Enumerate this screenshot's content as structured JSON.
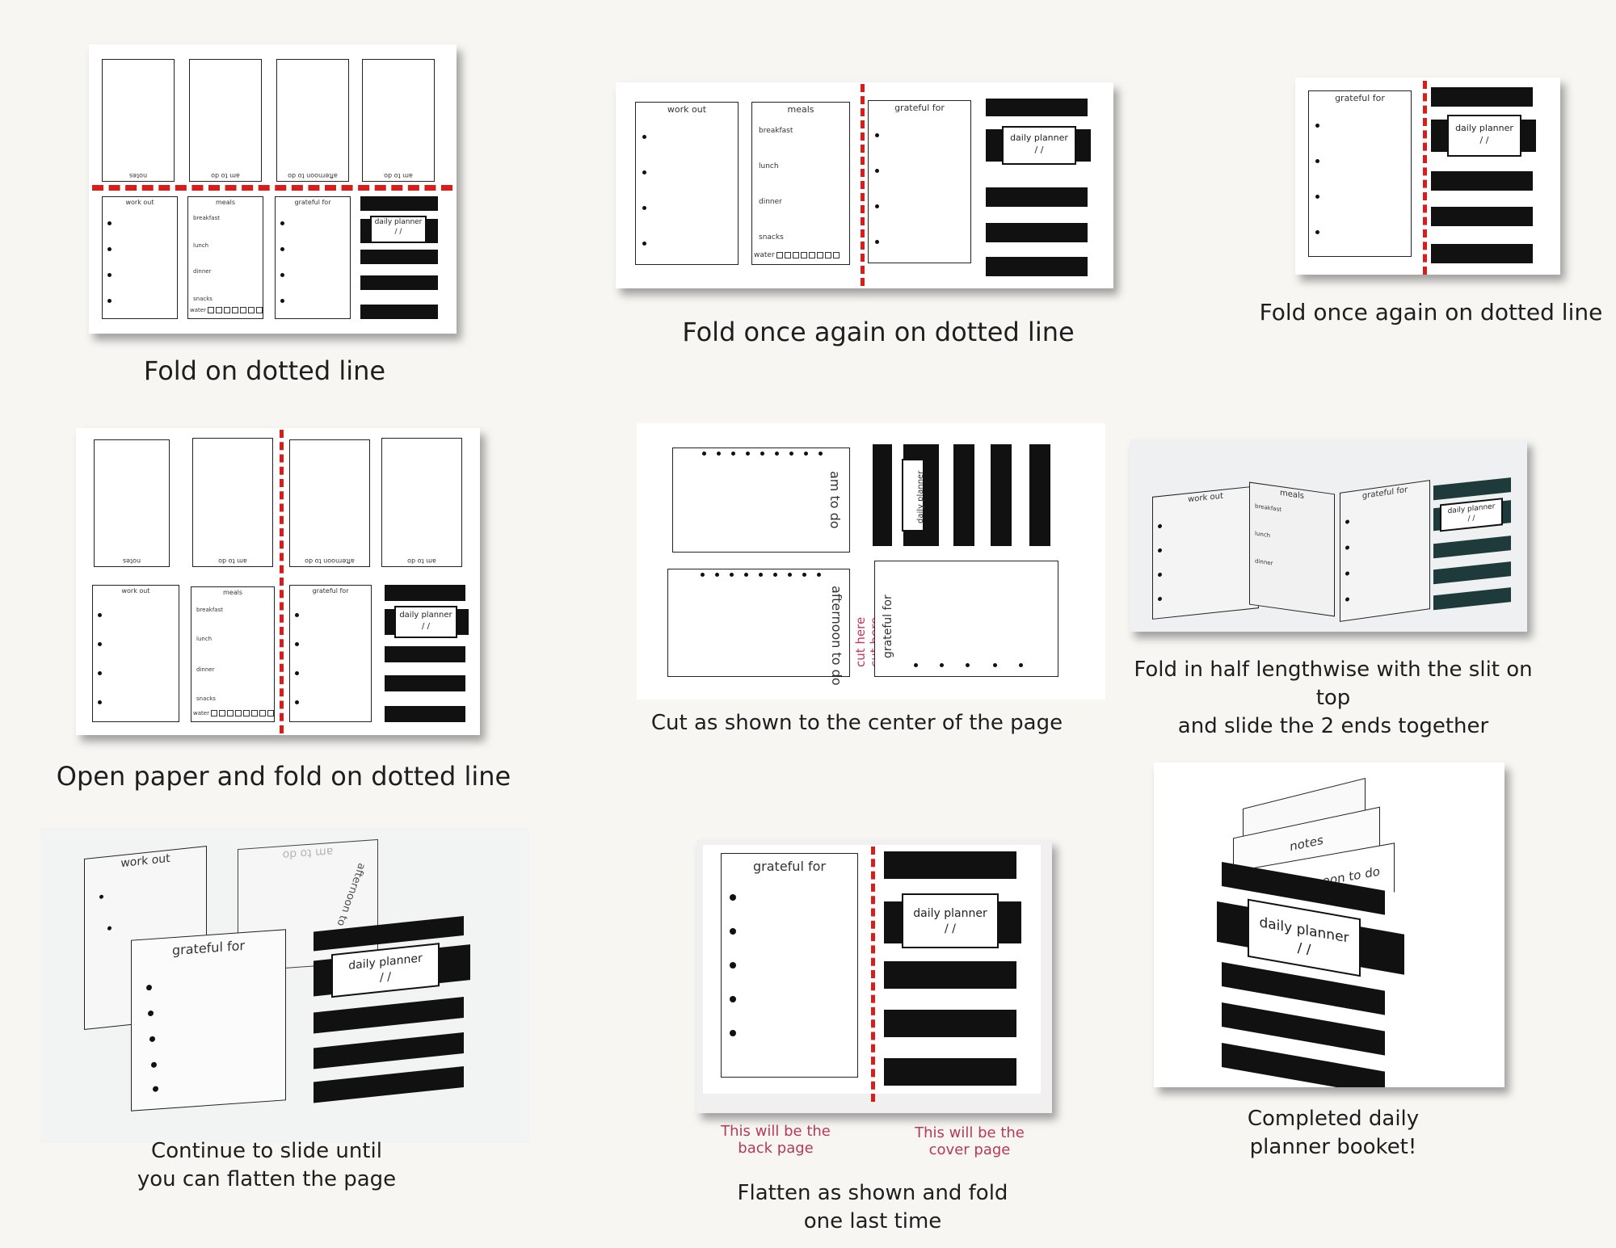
{
  "captions": {
    "step1": "Fold on dotted line",
    "step2": "Fold once again on dotted line",
    "step3": "Fold once again on dotted line",
    "step4": "Open paper and fold on dotted line",
    "step5": "Cut as shown to the center of the page",
    "step6": "Fold in half lengthwise with the slit on top\nand slide the 2 ends together",
    "step7": "Continue to slide until\nyou can flatten the page",
    "step8": "Flatten as shown and fold\none last time",
    "step9": "Completed daily\nplanner booket!"
  },
  "notes": {
    "back_page": "This will be the\nback page",
    "cover_page": "This will be the\ncover page"
  },
  "planner": {
    "work_out": "work out",
    "meals": "meals",
    "grateful_for": "grateful for",
    "daily_planner": "daily planner",
    "date_slashes": "/       /",
    "notes": "notes",
    "am_to_do": "am to do",
    "afternoon_to_do": "afternoon to do",
    "breakfast": "breakfast",
    "lunch": "lunch",
    "dinner": "dinner",
    "snacks": "snacks",
    "water": "water",
    "cut_here": "cut here"
  },
  "colors": {
    "fold_line": "#d81d1d",
    "note_text": "#b53a5a",
    "stripe": "#111111"
  }
}
